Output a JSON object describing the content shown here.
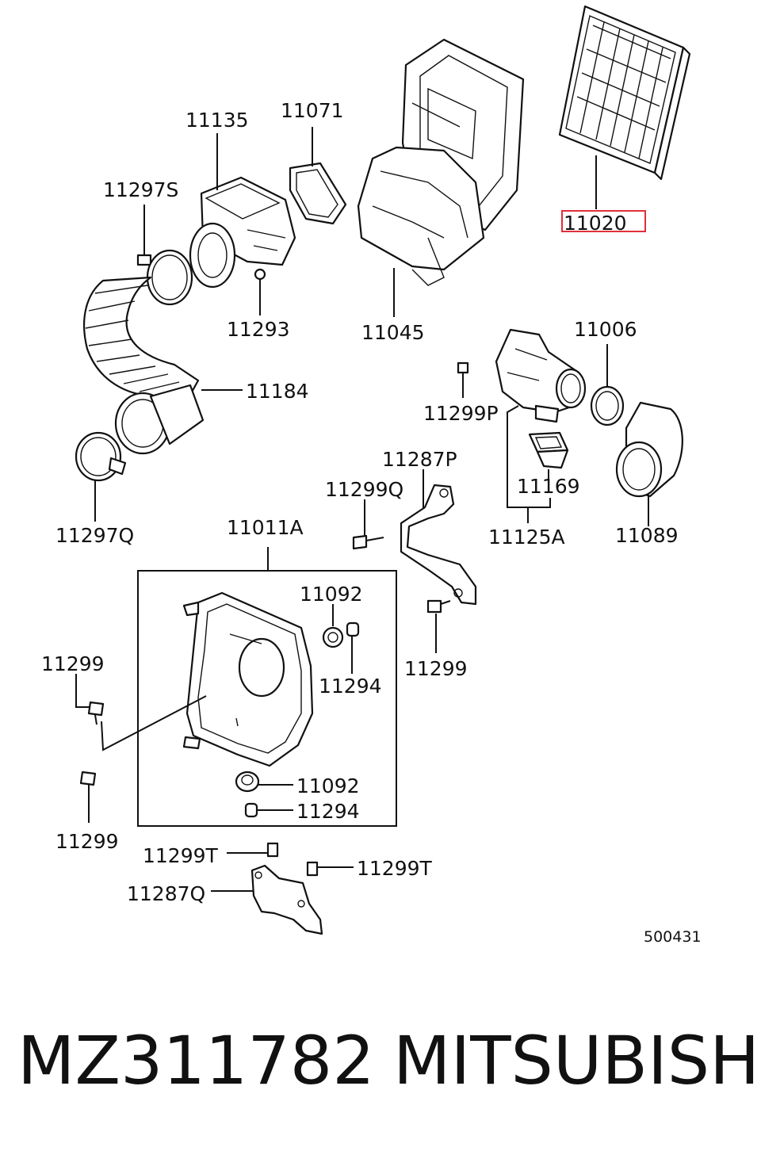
{
  "diagram": {
    "labels": {
      "l11135": "11135",
      "l11071": "11071",
      "l11297S": "11297S",
      "l11293": "11293",
      "l11045": "11045",
      "l11020": "11020",
      "l11006": "11006",
      "l11184": "11184",
      "l11299P": "11299P",
      "l11287P": "11287P",
      "l11299Q": "11299Q",
      "l11169": "11169",
      "l11297Q": "11297Q",
      "l11011A": "11011A",
      "l11125A": "11125A",
      "l11089": "11089",
      "l11092a": "11092",
      "l11299a": "11299",
      "l11294a": "11294",
      "l11299b": "11299",
      "l11092b": "11092",
      "l11294b": "11294",
      "l11299c": "11299",
      "l11299T1": "11299T",
      "l11299T2": "11299T",
      "l11287Q": "11287Q"
    },
    "diagram_code": "500431",
    "highlight_color": "#e0303a"
  },
  "footer": {
    "part_number": "MZ311782",
    "brand": "MITSUBISHI"
  }
}
